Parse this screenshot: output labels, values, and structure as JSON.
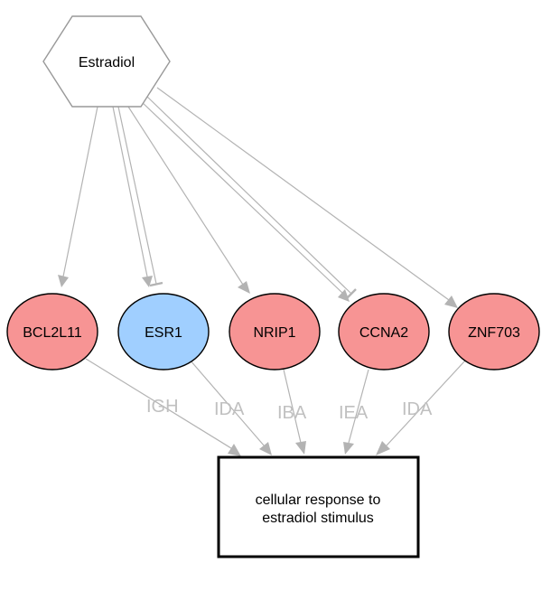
{
  "source_node": {
    "label": "Estradiol",
    "shape": "hexagon"
  },
  "genes": [
    {
      "id": "BCL2L11",
      "label": "BCL2L11",
      "color": "#f79494"
    },
    {
      "id": "ESR1",
      "label": "ESR1",
      "color": "#a0cfff"
    },
    {
      "id": "NRIP1",
      "label": "NRIP1",
      "color": "#f79494"
    },
    {
      "id": "CCNA2",
      "label": "CCNA2",
      "color": "#f79494"
    },
    {
      "id": "ZNF703",
      "label": "ZNF703",
      "color": "#f79494"
    }
  ],
  "target_node": {
    "label_line1": "cellular response to",
    "label_line2": "estradiol stimulus"
  },
  "edge_labels": [
    "IGH",
    "IDA",
    "IBA",
    "IEA",
    "IDA"
  ],
  "colors": {
    "edge": "#b3b3b3",
    "edge_label": "#c0c0c0",
    "outline": "#000000",
    "hexagon_outline": "#999999"
  }
}
